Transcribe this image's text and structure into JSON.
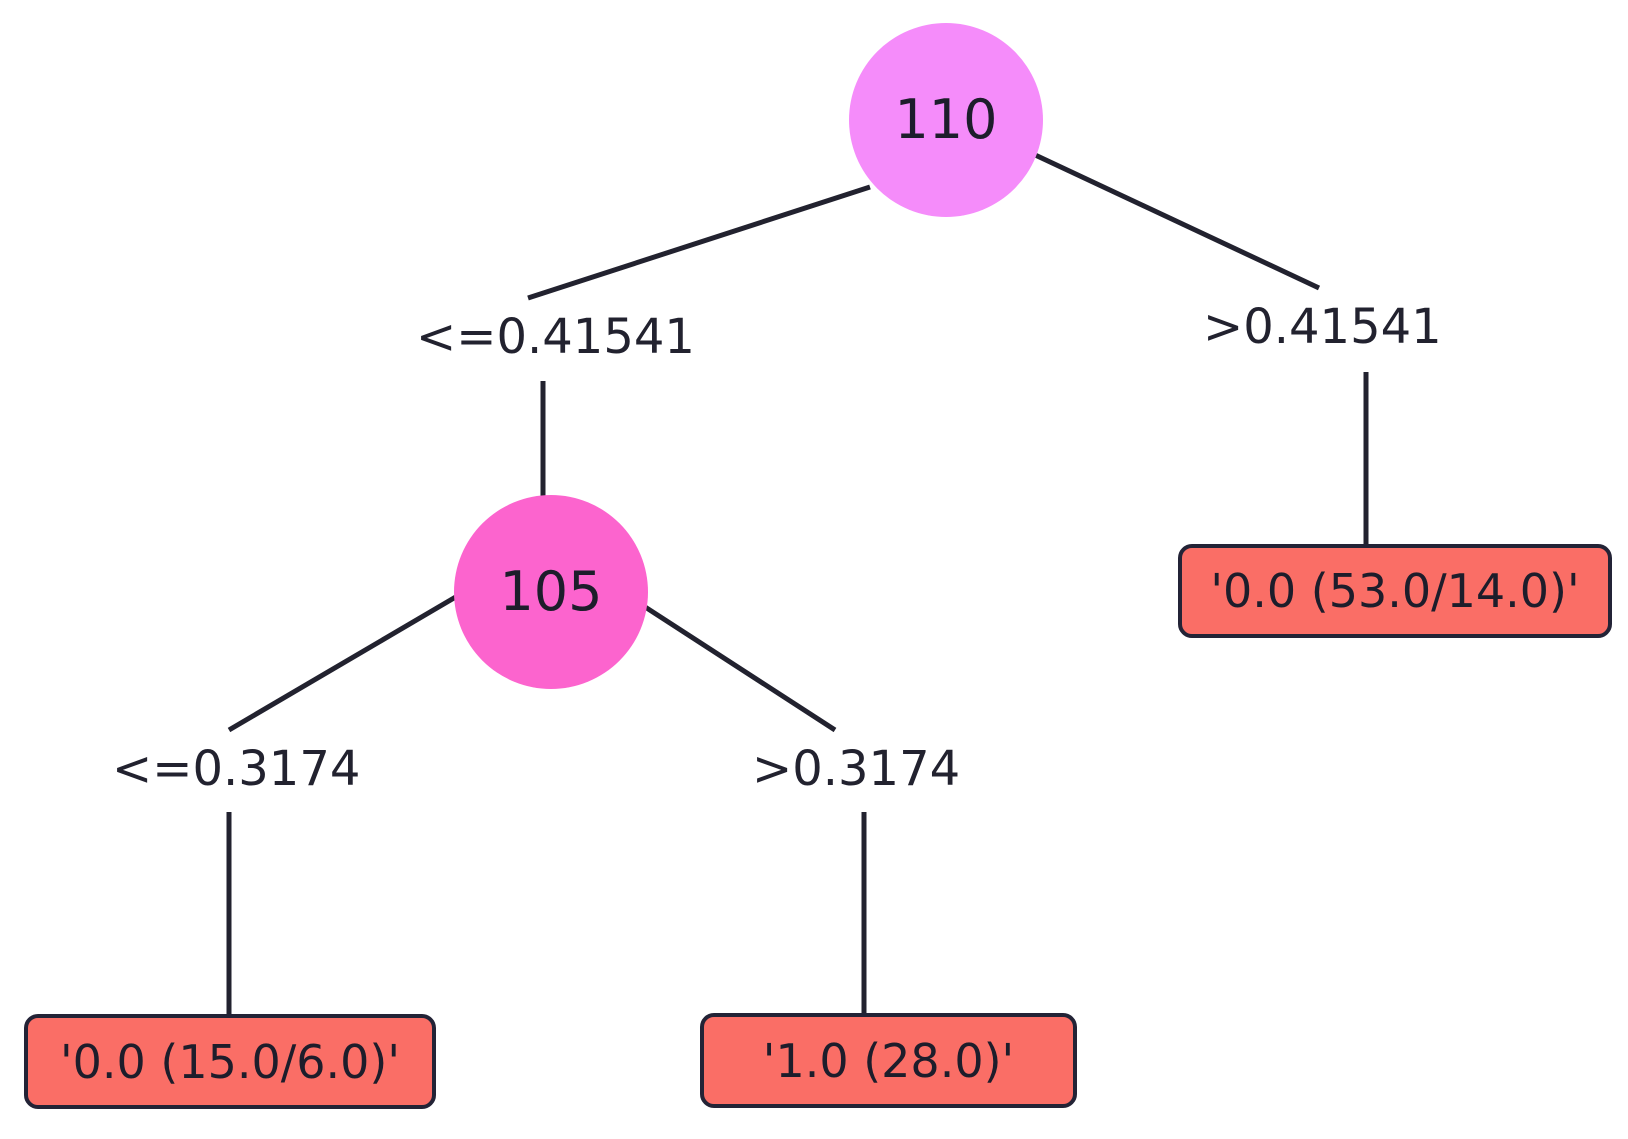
{
  "diagram": {
    "type": "decision-tree",
    "background_color": "#ffffff",
    "palette": {
      "root_node_fill": "#f58cfa",
      "inner_node_fill": "#fc64ce",
      "leaf_fill": "#fa6e66",
      "leaf_border": "#232336",
      "edge_color": "#22222f",
      "text_color": "#1d1d2b"
    },
    "nodes": {
      "root": {
        "id": "110",
        "label": "110",
        "shape": "circle",
        "fill": "#f58cfa"
      },
      "inner": {
        "id": "105",
        "label": "105",
        "shape": "circle",
        "fill": "#fc64ce"
      },
      "leaf_right": {
        "label": "'0.0 (53.0/14.0)'",
        "shape": "rounded-rect",
        "fill": "#fa6e66"
      },
      "leaf_left": {
        "label": "'0.0 (15.0/6.0)'",
        "shape": "rounded-rect",
        "fill": "#fa6e66"
      },
      "leaf_mid": {
        "label": "'1.0 (28.0)'",
        "shape": "rounded-rect",
        "fill": "#fa6e66"
      }
    },
    "edges": {
      "root_left": {
        "label": "<=0.41541",
        "from": "110",
        "to": "105"
      },
      "root_right": {
        "label": ">0.41541",
        "from": "110",
        "to": "'0.0 (53.0/14.0)'"
      },
      "inner_left": {
        "label": "<=0.3174",
        "from": "105",
        "to": "'0.0 (15.0/6.0)'"
      },
      "inner_right": {
        "label": ">0.3174",
        "from": "105",
        "to": "'1.0 (28.0)'"
      }
    }
  }
}
